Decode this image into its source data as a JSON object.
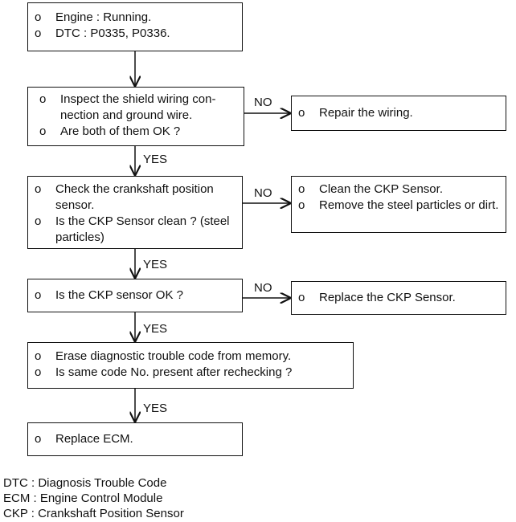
{
  "bullet": "o",
  "start_box": {
    "items": [
      "Engine : Running.",
      "DTC : P0335, P0336."
    ]
  },
  "step1": {
    "items": [
      "Inspect the shield wiring con- nection and ground wire.",
      "Are both of them OK ?"
    ],
    "no_label": "NO",
    "yes_label": "YES",
    "no_box": {
      "items": [
        "Repair the wiring."
      ]
    }
  },
  "step2": {
    "items": [
      "Check the crankshaft position sensor.",
      "Is the CKP Sensor clean ? (steel particles)"
    ],
    "no_label": "NO",
    "yes_label": "YES",
    "no_box": {
      "items": [
        "Clean the CKP Sensor.",
        "Remove the steel particles or dirt."
      ]
    }
  },
  "step3": {
    "items": [
      "Is the CKP sensor OK ?"
    ],
    "no_label": "NO",
    "yes_label": "YES",
    "no_box": {
      "items": [
        "Replace the CKP Sensor."
      ]
    }
  },
  "step4": {
    "items": [
      "Erase diagnostic trouble code from memory.",
      "Is same code No. present after rechecking ?"
    ],
    "yes_label": "YES"
  },
  "end_box": {
    "items": [
      "Replace ECM."
    ]
  },
  "legend": [
    "DTC : Diagnosis Trouble Code",
    "ECM : Engine Control Module",
    "CKP : Crankshaft Position Sensor"
  ]
}
